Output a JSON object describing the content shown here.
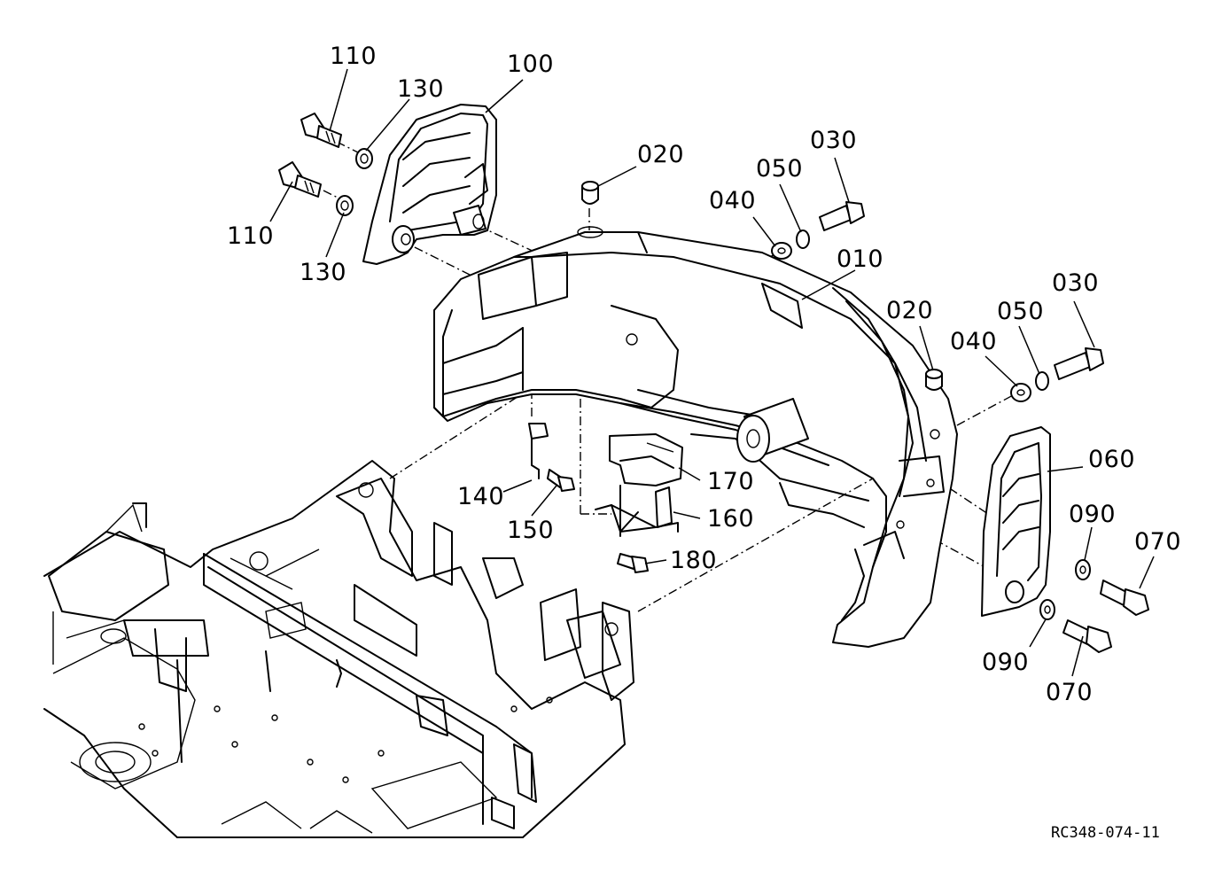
{
  "diagram_ref": "RC348-074-11",
  "callouts": [
    {
      "id": "c110a",
      "text": "110"
    },
    {
      "id": "c130a",
      "text": "130"
    },
    {
      "id": "c100",
      "text": "100"
    },
    {
      "id": "c110b",
      "text": "110"
    },
    {
      "id": "c130b",
      "text": "130"
    },
    {
      "id": "c020a",
      "text": "020"
    },
    {
      "id": "c030a",
      "text": "030"
    },
    {
      "id": "c050a",
      "text": "050"
    },
    {
      "id": "c040a",
      "text": "040"
    },
    {
      "id": "c010",
      "text": "010"
    },
    {
      "id": "c030b",
      "text": "030"
    },
    {
      "id": "c020b",
      "text": "020"
    },
    {
      "id": "c050b",
      "text": "050"
    },
    {
      "id": "c040b",
      "text": "040"
    },
    {
      "id": "c060",
      "text": "060"
    },
    {
      "id": "c170",
      "text": "170"
    },
    {
      "id": "c140",
      "text": "140"
    },
    {
      "id": "c160",
      "text": "160"
    },
    {
      "id": "c150",
      "text": "150"
    },
    {
      "id": "c090a",
      "text": "090"
    },
    {
      "id": "c070a",
      "text": "070"
    },
    {
      "id": "c180",
      "text": "180"
    },
    {
      "id": "c090b",
      "text": "090"
    },
    {
      "id": "c070b",
      "text": "070"
    }
  ]
}
